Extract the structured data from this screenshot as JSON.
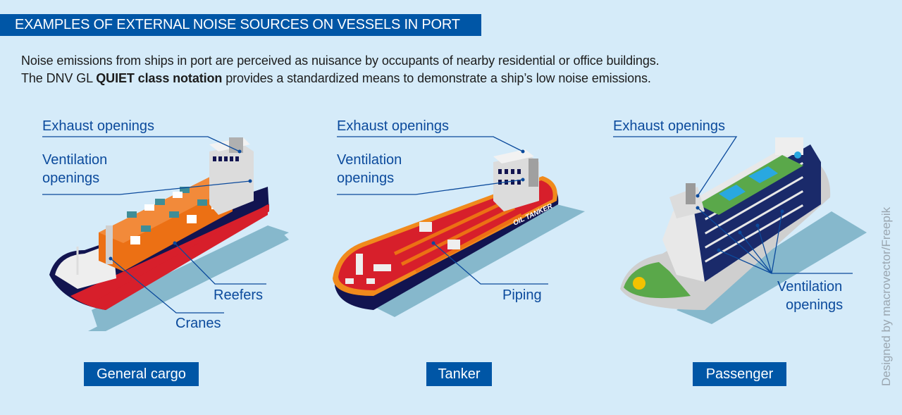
{
  "title": "EXAMPLES OF EXTERNAL NOISE SOURCES ON VESSELS IN PORT",
  "intro": {
    "line1": "Noise emissions from ships in port are perceived as nuisance by occupants of nearby residential or office buildings.",
    "line2_pre": "The DNV GL ",
    "line2_bold": "QUIET class notation",
    "line2_post": " provides a standardized means to demonstrate a ship’s low noise emissions."
  },
  "vessels": [
    {
      "name": "General cargo",
      "labels": {
        "exhaust": "Exhaust openings",
        "vent1": "Ventilation",
        "vent2": "openings",
        "reefers": "Reefers",
        "cranes": "Cranes"
      }
    },
    {
      "name": "Tanker",
      "hull_text": "OIL TANKER",
      "labels": {
        "exhaust": "Exhaust openings",
        "vent1": "Ventilation",
        "vent2": "openings",
        "piping": "Piping"
      }
    },
    {
      "name": "Passenger",
      "labels": {
        "exhaust": "Exhaust openings",
        "vent1": "Ventilation",
        "vent2": "openings"
      }
    }
  ],
  "credit": "Designed by macrovector/Freepik",
  "colors": {
    "accent": "#0056a6",
    "background": "#d5ebf9",
    "hull_red": "#d71f2b",
    "hull_navy": "#121450",
    "container_orange": "#ec7014",
    "container_teal": "#3f8d97"
  }
}
